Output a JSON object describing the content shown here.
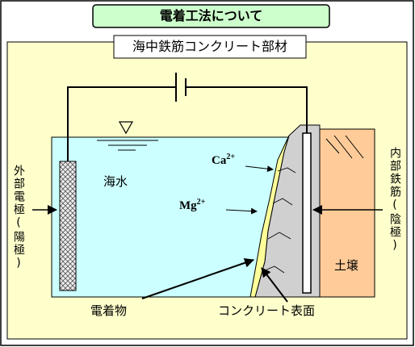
{
  "title": "電着工法について",
  "subtitle": "海中鉄筋コンクリート部材",
  "labels": {
    "seawater": "海水",
    "soil": "土壌",
    "ca_ion": "Ca",
    "ca_charge": "2+",
    "mg_ion": "Mg",
    "mg_charge": "2+",
    "deposit": "電着物",
    "concrete_surface": "コンクリート表面",
    "anode": "外部電極(陽極)",
    "cathode": "内部鉄筋(陰極)"
  },
  "colors": {
    "background": "#ffffcc",
    "title_box": "#ccffcc",
    "water": "#ccffff",
    "soil": "#ffcc99",
    "concrete": "#d0d0d0",
    "deposit": "#ffff99"
  }
}
